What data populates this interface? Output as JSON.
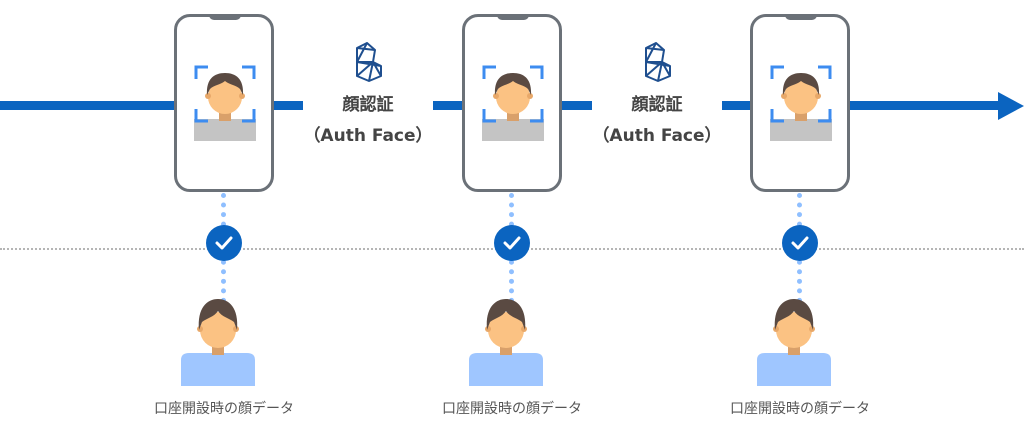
{
  "colors": {
    "flow": "#0b64c0",
    "frame": "#6b7178",
    "bracket": "#3d8cf0",
    "check": "#0b64c0",
    "dots": "#8fbfff"
  },
  "auth_steps": [
    {
      "title": "顔認証",
      "subtitle": "（Auth Face）",
      "icon": "auth-face-logo-icon"
    },
    {
      "title": "顔認証",
      "subtitle": "（Auth Face）",
      "icon": "auth-face-logo-icon"
    }
  ],
  "registered": [
    {
      "caption": "口座開設時の顔データ"
    },
    {
      "caption": "口座開設時の顔データ"
    },
    {
      "caption": "口座開設時の顔データ"
    }
  ]
}
